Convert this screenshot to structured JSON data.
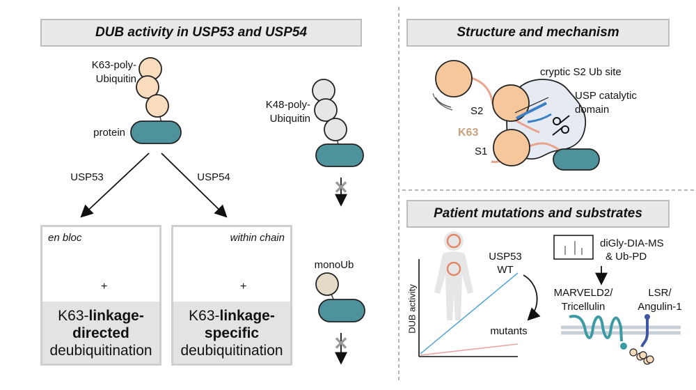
{
  "panels": {
    "dub": {
      "title": "DUB activity in USP53 and USP54"
    },
    "structure": {
      "title": "Structure and mechanism"
    },
    "patient": {
      "title": "Patient mutations and substrates"
    }
  },
  "dub_panel": {
    "k63_label_1": "K63-poly-",
    "k63_label_2": "Ubiquitin",
    "protein_label": "protein",
    "usp53_label": "USP53",
    "usp54_label": "USP54",
    "k48_label_1": "K48-poly-",
    "k48_label_2": "Ubiquitin",
    "monoub_label": "monoUb",
    "en_bloc": {
      "tag": "en bloc",
      "plus": "+",
      "line1_prefix": "K63-",
      "line1_bold": "linkage-",
      "line2_bold": "directed",
      "line3": "deubiquitination"
    },
    "within_chain": {
      "tag": "within chain",
      "plus": "+",
      "line1_prefix": "K63-",
      "line1_bold": "linkage-",
      "line2_bold": "specific",
      "line3": "deubiquitination"
    }
  },
  "structure_panel": {
    "cryptic_label": "cryptic S2 Ub site",
    "catalytic_1": "USP catalytic",
    "catalytic_2": "domain",
    "s2": "S2",
    "s1": "S1",
    "k63": "K63"
  },
  "patient_panel": {
    "usp53_1": "USP53",
    "usp53_2": "WT",
    "mutants": "mutants",
    "y_axis": "DUB activity",
    "digly_1": "diGly-DIA-MS",
    "digly_2": "& Ub-PD",
    "marveld2_1": "MARVELD2/",
    "marveld2_2": "Tricellulin",
    "lsr_1": "LSR/",
    "lsr_2": "Angulin-1"
  },
  "colors": {
    "ubiquitin_peach": "#f9dcbd",
    "ubiquitin_grey": "#e6e6e6",
    "mono_ub": "#e4dac8",
    "protein_teal": "#4e939c",
    "usp_domain": "#e6ebf3",
    "k63_tan": "#c8a27c",
    "wt_line": "#5aa9d6",
    "mutant_line": "#e9a3a3",
    "marveld2": "#3b9aa3",
    "lsr": "#3e55a3"
  }
}
